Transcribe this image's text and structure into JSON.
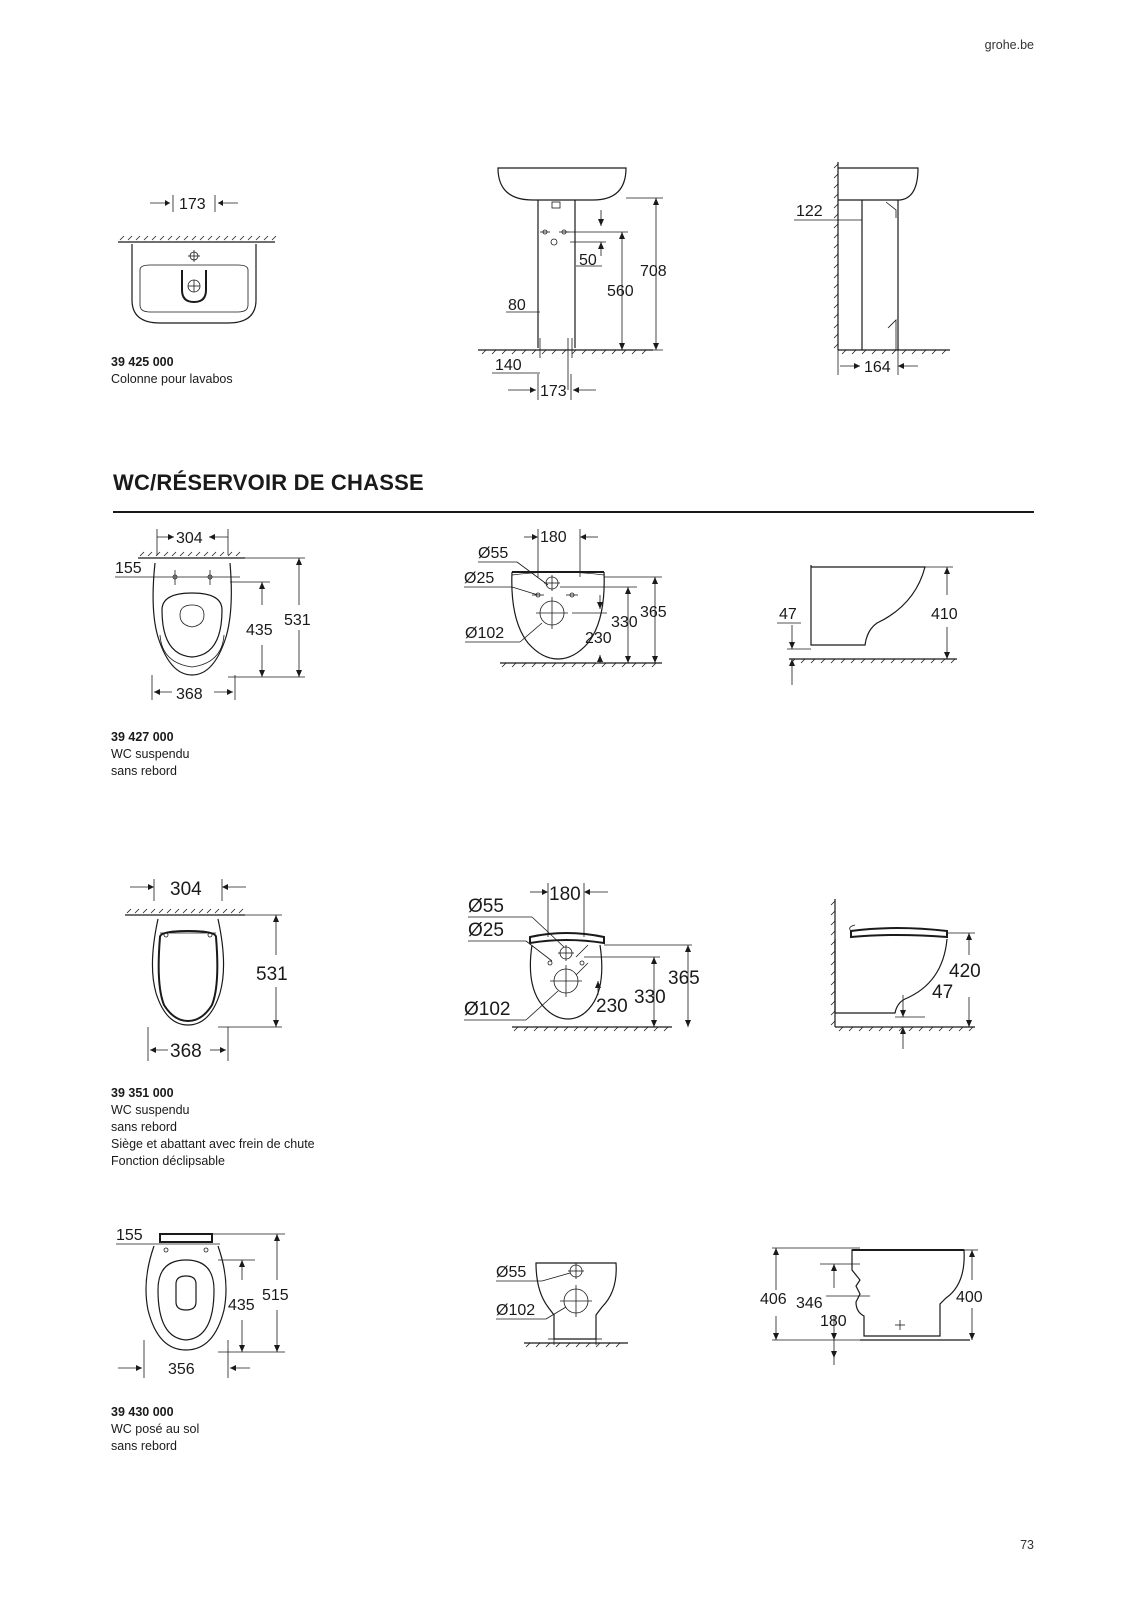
{
  "header": {
    "site": "grohe.be"
  },
  "footer": {
    "page_number": "73"
  },
  "section": {
    "title": "WC/RÉSERVOIR DE CHASSE"
  },
  "products": [
    {
      "code": "39 425 000",
      "lines": [
        "Colonne pour lavabos"
      ]
    },
    {
      "code": "39 427 000",
      "lines": [
        "WC suspendu",
        "sans rebord"
      ]
    },
    {
      "code": "39 351 000",
      "lines": [
        "WC suspendu",
        "sans rebord",
        "Siège et abattant avec frein de chute",
        "Fonction déclipsable"
      ]
    },
    {
      "code": "39 430 000",
      "lines": [
        "WC posé au sol",
        "sans rebord"
      ]
    }
  ],
  "dims": {
    "col_top": {
      "width": "173"
    },
    "col_front": {
      "h1": "708",
      "h2": "560",
      "h3": "50",
      "w_left": "80",
      "w_bottom": "140",
      "w_base": "173"
    },
    "col_side": {
      "top": "122",
      "bottom": "164"
    },
    "wc1_top": {
      "width": "304",
      "offset": "155",
      "depth1": "435",
      "depth2": "531",
      "bottom": "368"
    },
    "wc1_front": {
      "d55": "Ø55",
      "d25": "Ø25",
      "d102": "Ø102",
      "w180": "180",
      "h230": "230",
      "h330": "330",
      "h365": "365"
    },
    "wc1_side": {
      "h47": "47",
      "h410": "410"
    },
    "wc2_top": {
      "width": "304",
      "depth": "531",
      "bottom": "368"
    },
    "wc2_front": {
      "d55": "Ø55",
      "d25": "Ø25",
      "d102": "Ø102",
      "w180": "180",
      "h230": "230",
      "h330": "330",
      "h365": "365"
    },
    "wc2_side": {
      "h420": "420",
      "h47": "47"
    },
    "wc3_top": {
      "offset": "155",
      "depth1": "435",
      "depth2": "515",
      "bottom": "356"
    },
    "wc3_front": {
      "d55": "Ø55",
      "d102": "Ø102"
    },
    "wc3_side": {
      "h406": "406",
      "h346": "346",
      "h180": "180",
      "h400": "400"
    }
  }
}
